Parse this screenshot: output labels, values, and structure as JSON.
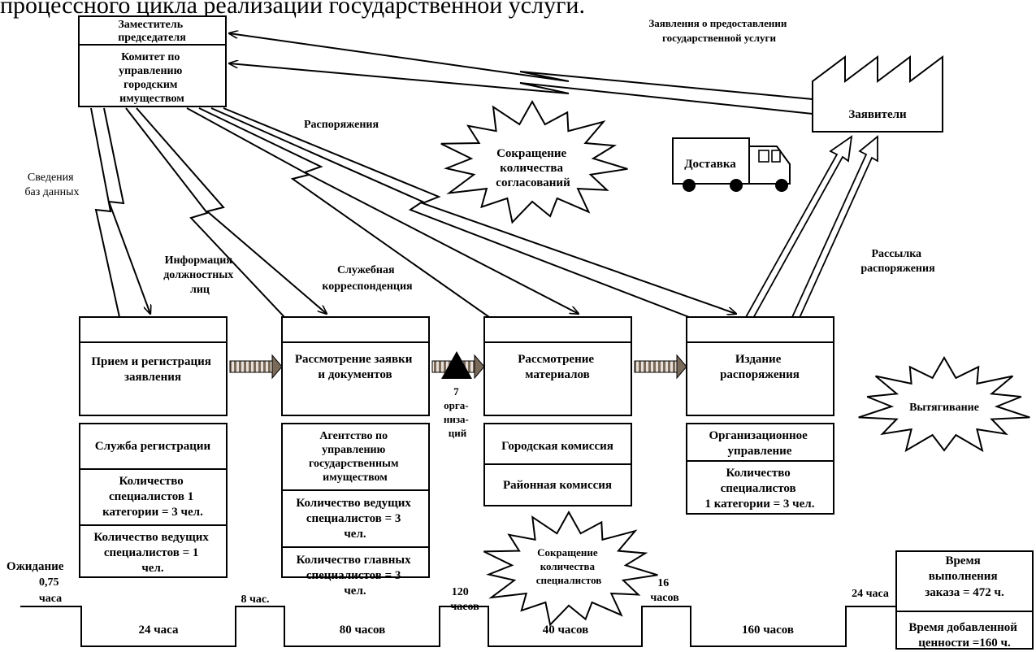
{
  "header_text": "процессного цикла реализации государственной услуги.",
  "committee": {
    "deputy": [
      "Заместитель",
      "председателя"
    ],
    "name": [
      "Комитет по",
      "управлению",
      "городским",
      "имуществом"
    ]
  },
  "applicants": {
    "label": "Заявители",
    "applications_label": [
      "Заявления о предоставлении",
      "государственной услуги"
    ]
  },
  "arrow_labels": {
    "orders": "Распоряжения",
    "db_info": [
      "Сведения",
      "баз данных"
    ],
    "officials_info": [
      "Информация",
      "должностных",
      "лиц"
    ],
    "correspondence": [
      "Служебная",
      "корреспонденция"
    ],
    "mailing": [
      "Рассылка",
      "распоряжения"
    ]
  },
  "delivery": "Доставка",
  "kaizen": {
    "reduce_approvals": [
      "Сокращение",
      "количества",
      "согласований"
    ],
    "pull": "Вытягивание",
    "reduce_specialists": [
      "Сокращение",
      "количества",
      "специалистов"
    ]
  },
  "processes": [
    {
      "title": [
        "Прием и регистрация",
        "заявления"
      ]
    },
    {
      "title": [
        "Рассмотрение заявки",
        "и документов"
      ]
    },
    {
      "title": [
        "Рассмотрение",
        "материалов"
      ]
    },
    {
      "title": [
        "Издание",
        "распоряжения"
      ]
    }
  ],
  "inventory": [
    "7",
    "орга-",
    "низа-",
    "ций"
  ],
  "data_boxes": [
    [
      [
        "Служба регистрации"
      ],
      [
        "Количество",
        "специалистов 1",
        "категории = 3 чел."
      ],
      [
        "Количество ведущих",
        "специалистов = 1",
        "чел."
      ]
    ],
    [
      [
        "Агентство по",
        "управлению",
        "государственным",
        "имуществом"
      ],
      [
        "Количество ведущих",
        "специалистов = 3",
        "чел."
      ],
      [
        "Количество главных",
        "специалистов = 3",
        "чел."
      ]
    ],
    [
      [
        "Городская комиссия"
      ],
      [
        "Районная комиссия"
      ]
    ],
    [
      [
        "Организационное",
        "управление"
      ],
      [
        "Количество",
        "специалистов",
        "1 категории = 3 чел."
      ]
    ]
  ],
  "timeline": {
    "waiting_label": "Ожидание",
    "waits": [
      [
        "0,75",
        "часа"
      ],
      [
        "8 час."
      ],
      [
        "120",
        "часов"
      ],
      [
        "16",
        "часов"
      ],
      [
        "24 часа"
      ]
    ],
    "process_times": [
      "24 часа",
      "80 часов",
      "40 часов",
      "160 часов"
    ],
    "lead_time": [
      "Время",
      "выполнения",
      "заказа = 472 ч."
    ],
    "value_added": [
      "Время добавленной",
      "ценности =160 ч."
    ]
  }
}
